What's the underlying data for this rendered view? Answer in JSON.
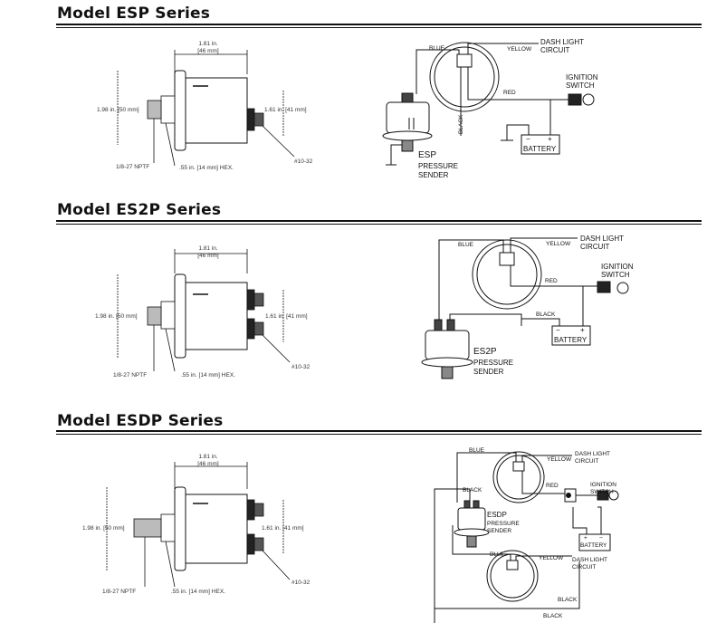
{
  "sections": [
    {
      "title": "Model ESP Series",
      "dims": {
        "width": "1.81 in.",
        "width_mm": "[46 mm]",
        "height": "1.98 in. [50 mm]",
        "body": "1.61 in. [41 mm]",
        "thread": "1/8-27 NPTF",
        "hex": ".55 in. [14 mm] HEX.",
        "stud": "#10-32"
      },
      "wiring": {
        "blue": "BLUE",
        "yellow": "YELLOW",
        "dash1": "DASH LIGHT",
        "dash2": "CIRCUIT",
        "ign1": "IGNITION",
        "ign2": "SWITCH",
        "red": "RED",
        "black": "BLACK",
        "battery": "BATTERY",
        "sender1": "ESP",
        "sender2": "PRESSURE",
        "sender3": "SENDER"
      }
    },
    {
      "title": "Model ES2P Series",
      "dims": {
        "width": "1.81 in.",
        "width_mm": "[46 mm]",
        "height": "1.98 in. [50 mm]",
        "body": "1.61 in. [41 mm]",
        "thread": "1/8-27 NPTF",
        "hex": ".55 in. [14 mm] HEX.",
        "stud": "#10-32"
      },
      "wiring": {
        "blue": "BLUE",
        "yellow": "YELLOW",
        "dash1": "DASH LIGHT",
        "dash2": "CIRCUIT",
        "ign1": "IGNITION",
        "ign2": "SWITCH",
        "red": "RED",
        "black": "BLACK",
        "battery": "BATTERY",
        "sender1": "ES2P",
        "sender2": "PRESSURE",
        "sender3": "SENDER"
      }
    },
    {
      "title": "Model ESDP Series",
      "dims": {
        "width": "1.81 in.",
        "width_mm": "[46 mm]",
        "height": "1.98 in. [50 mm]",
        "body": "1.61 in. [41 mm]",
        "thread": "1/8-27 NPTF",
        "hex": ".55 in. [14 mm] HEX.",
        "stud": "#10-32"
      },
      "wiring": {
        "blue": "BLUE",
        "yellow": "YELLOW",
        "dash1": "DASH LIGHT",
        "dash2": "CIRCUIT",
        "ign1": "IGNITION",
        "ign2": "SWITCH",
        "red": "RED",
        "black": "BLACK",
        "battery": "BATTERY",
        "sender1": "ESDP",
        "sender2": "PRESSURE",
        "sender3": "SENDER",
        "blue2": "BLUE",
        "yellow2": "YELLOW",
        "dash3": "DASH LIGHT",
        "dash4": "CIRCUIT",
        "black2": "BLACK",
        "black3": "BLACK"
      }
    }
  ]
}
